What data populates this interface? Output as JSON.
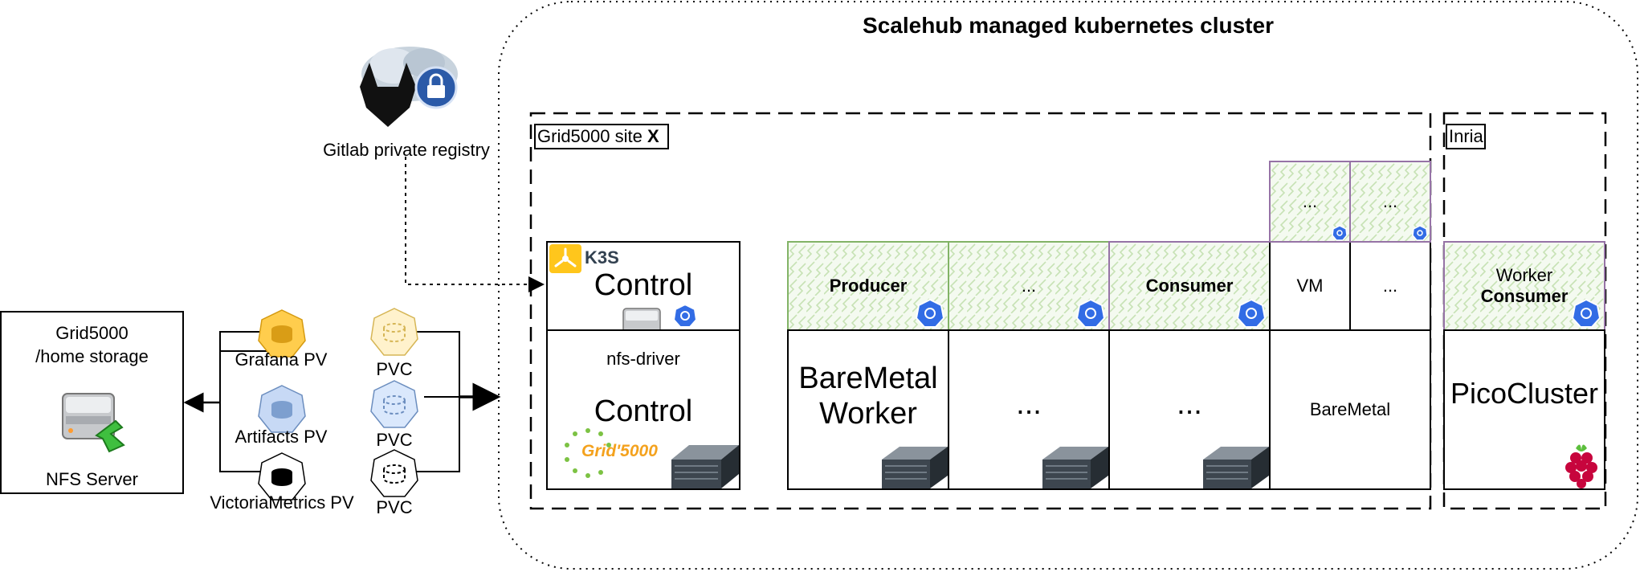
{
  "title": "Scalehub managed kubernetes cluster",
  "registry": {
    "label": "Gitlab private registry"
  },
  "storage": {
    "title": "Grid5000\n/home storage",
    "server_label": "NFS Server",
    "pvs": [
      "Grafana PV",
      "Artifacts PV",
      "VictoriaMetrics PV"
    ],
    "pvcs": [
      "PVC",
      "PVC",
      "PVC"
    ]
  },
  "site": {
    "label_prefix": "Grid5000 site ",
    "label_var": "X",
    "k3s_logo": "K3S",
    "control_top": "Control",
    "nfs_driver": "nfs-driver",
    "control_bottom": "Control",
    "grid5000_logo": "Grid'5000",
    "pods": [
      "Producer",
      "...",
      "Consumer",
      "VM",
      "...",
      "...",
      "..."
    ],
    "machines": [
      "BareMetal\nWorker",
      "...",
      "...",
      "BareMetal"
    ]
  },
  "inria": {
    "label": "Inria",
    "pod_line1": "Worker",
    "pod_line2": "Consumer",
    "machine": "PicoCluster"
  },
  "colors": {
    "pv_yellow": "#f0b428",
    "pv_blue": "#a9c4eb",
    "pod_green_border": "#82b366",
    "pod_purple_border": "#9673a6",
    "k8s_blue": "#326ce5",
    "k3s_yellow": "#ffc61c",
    "grid5000_orange": "#f4a21e"
  },
  "icons": [
    "gitlab-icon",
    "lock-icon",
    "nfs-server-icon",
    "database-icon",
    "kubernetes-icon",
    "server-rack-icon",
    "raspberry-icon",
    "k3s-icon"
  ]
}
